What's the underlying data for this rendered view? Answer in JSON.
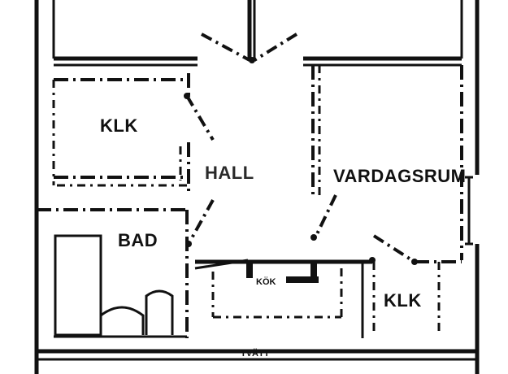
{
  "plan": {
    "rooms": {
      "closet_top_left": "KLK",
      "hall": "HALL",
      "living_room": "VARDAGSRUM",
      "bathroom": "BAD",
      "closet_bottom_right": "KLK"
    },
    "kitchen_counter_mark": "KÖK",
    "bottom_mark": "TVÄTT"
  }
}
